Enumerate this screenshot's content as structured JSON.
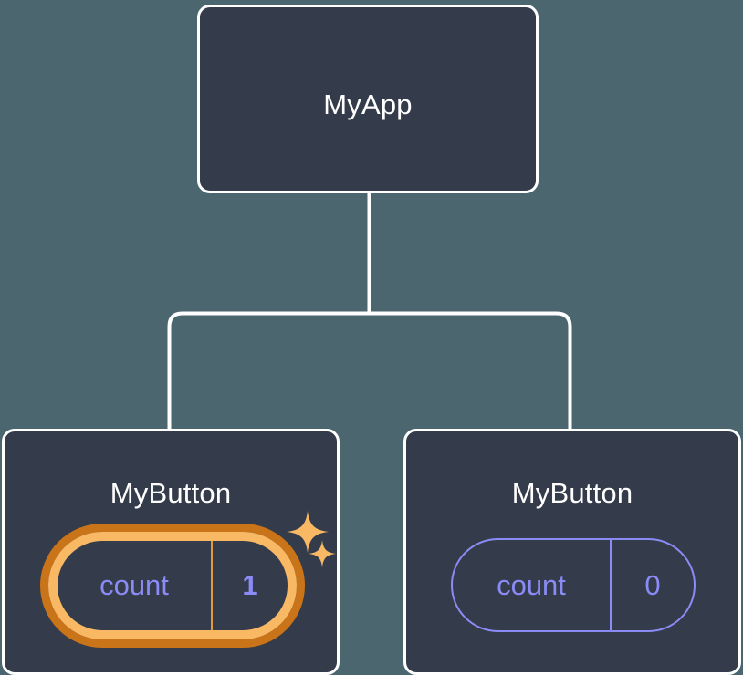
{
  "diagram": {
    "title_implied": "component-tree",
    "background_color": "#4c6670",
    "node_background": "#343b4a",
    "node_border_color": "#ffffff",
    "connector_color": "#ffffff",
    "accent_highlight": "#f8b864",
    "accent_highlight_outer": "#c97418",
    "state_color": "#8b8bf5"
  },
  "root": {
    "label": "MyApp"
  },
  "children": [
    {
      "label": "MyButton",
      "state": {
        "key": "count",
        "value": "1",
        "highlighted": true,
        "key_color": "#8b8bf5",
        "value_color": "#8b8bf5",
        "border_color": "#f8b864",
        "outer_border_color": "#c97418",
        "divider_color": "#e39a3c"
      },
      "sparkles": [
        {
          "name": "sparkle-large"
        },
        {
          "name": "sparkle-small"
        }
      ]
    },
    {
      "label": "MyButton",
      "state": {
        "key": "count",
        "value": "0",
        "highlighted": false,
        "key_color": "#8b8bf5",
        "value_color": "#8b8bf5",
        "border_color": "#8b8bf5",
        "divider_color": "#8b8bf5"
      },
      "sparkles": []
    }
  ]
}
